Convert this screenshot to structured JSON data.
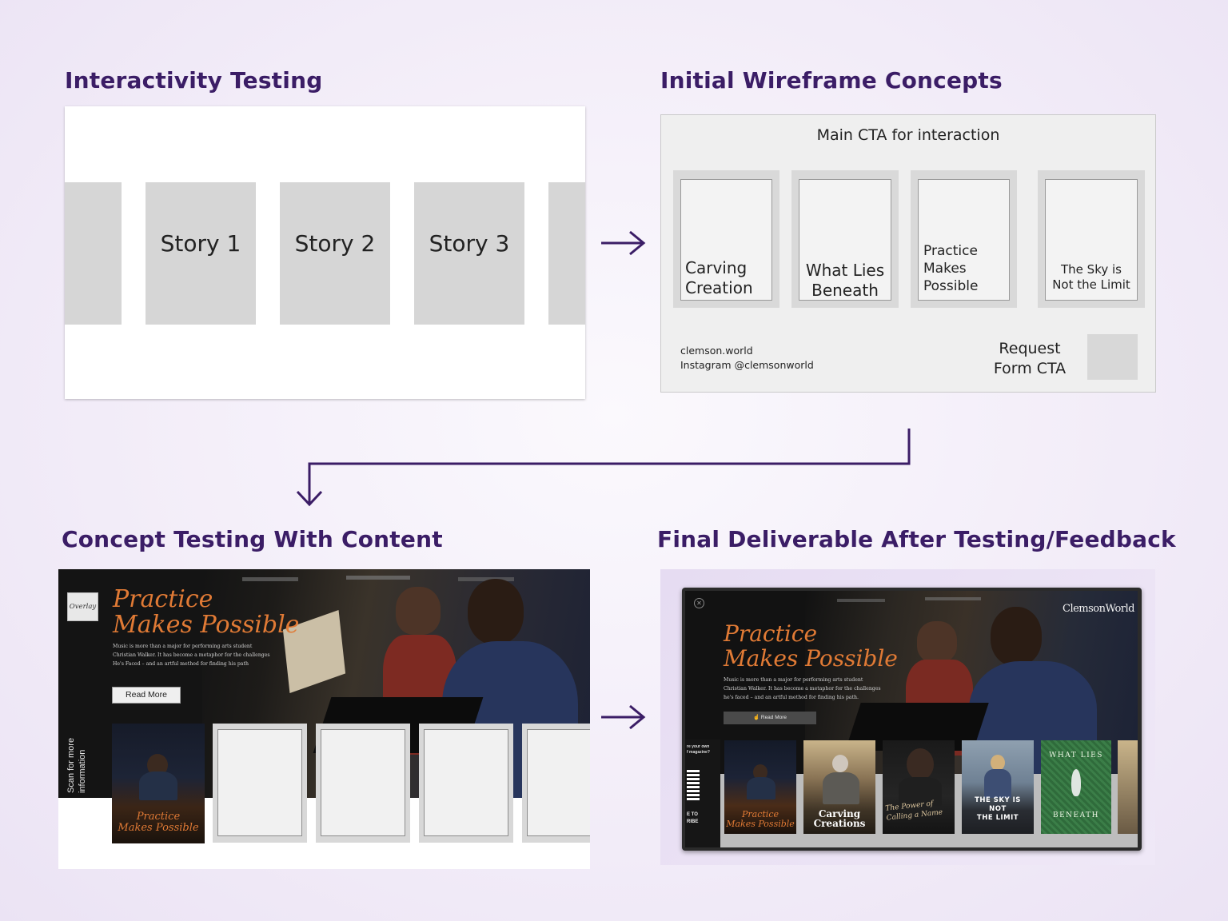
{
  "headings": {
    "interactivity": "Interactivity Testing",
    "wireframe": "Initial Wireframe Concepts",
    "concept": "Concept Testing With Content",
    "final": "Final Deliverable After Testing/Feedback"
  },
  "interactivity": {
    "stories": [
      "Story 1",
      "Story 2",
      "Story 3"
    ]
  },
  "wireframe": {
    "main_cta": "Main CTA for interaction",
    "cards": [
      {
        "line1": "Carving",
        "line2": "Creation",
        "line3": ""
      },
      {
        "line1": "What Lies",
        "line2": "Beneath",
        "line3": ""
      },
      {
        "line1": "Practice",
        "line2": "Makes",
        "line3": "Possible"
      },
      {
        "line1": "The Sky is",
        "line2": "Not the Limit",
        "line3": ""
      }
    ],
    "footer_site": "clemson.world",
    "footer_instagram": "Instagram @clemsonworld",
    "request_line1": "Request",
    "request_line2": "Form CTA"
  },
  "concept": {
    "overlay": "Overlay",
    "title_line1": "Practice",
    "title_line2": "Makes Possible",
    "body_line1": "Music is more than a major for performing arts student",
    "body_line2": "Christian Walker. It has become a metaphor for the challenges",
    "body_line3": "He's Faced – and an artful method for finding his path",
    "read_more": "Read More",
    "scan_line1": "Scan for more",
    "scan_line2": "information",
    "thumb_line1": "Practice",
    "thumb_line2": "Makes Possible"
  },
  "final": {
    "brand": "ClemsonWorld",
    "title_line1": "Practice",
    "title_line2": "Makes Possible",
    "body_line1": "Music is more than a major for performing arts student",
    "body_line2": "Christian Walker. It has become a metaphor for the challenges",
    "body_line3": "he's faced – and an artful method for finding his path.",
    "read_more": "Read More",
    "side_top_line1": "re your own",
    "side_top_line2": "f magazine?",
    "side_bottom_line1": "E TO",
    "side_bottom_line2": "RIBE",
    "tiles": {
      "practice_line1": "Practice",
      "practice_line2": "Makes Possible",
      "carving_line1": "Carving",
      "carving_line2": "Creations",
      "power_line1": "The Power of",
      "power_line2": "Calling a Name",
      "sky_line1": "THE SKY IS",
      "sky_line2": "NOT",
      "sky_line3": "THE LIMIT",
      "lies_top": "WHAT LIES",
      "lies_bottom": "BENEATH"
    }
  },
  "colors": {
    "heading": "#3b1d66",
    "arrow": "#3b1d66",
    "accent_orange": "#e07a35"
  }
}
